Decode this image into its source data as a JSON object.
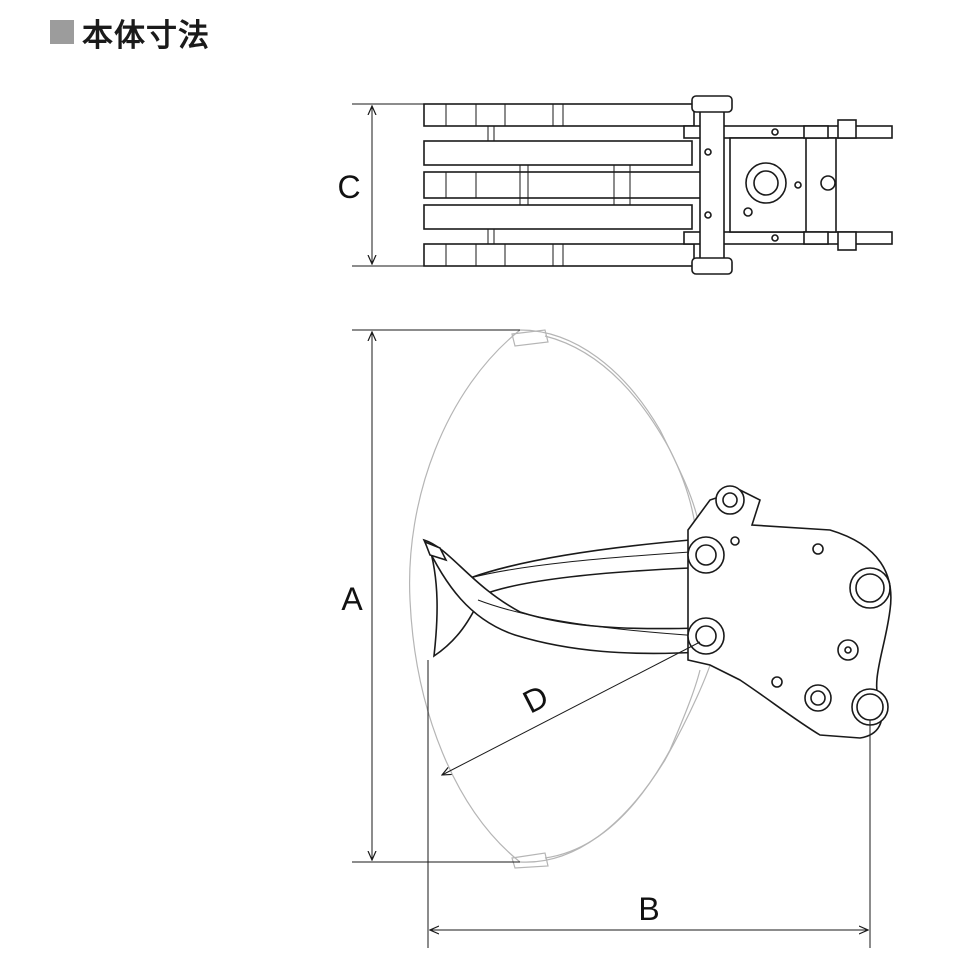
{
  "header": {
    "title": "本体寸法"
  },
  "dimensions": {
    "a_label": "A",
    "b_label": "B",
    "c_label": "C",
    "d_label": "D"
  }
}
